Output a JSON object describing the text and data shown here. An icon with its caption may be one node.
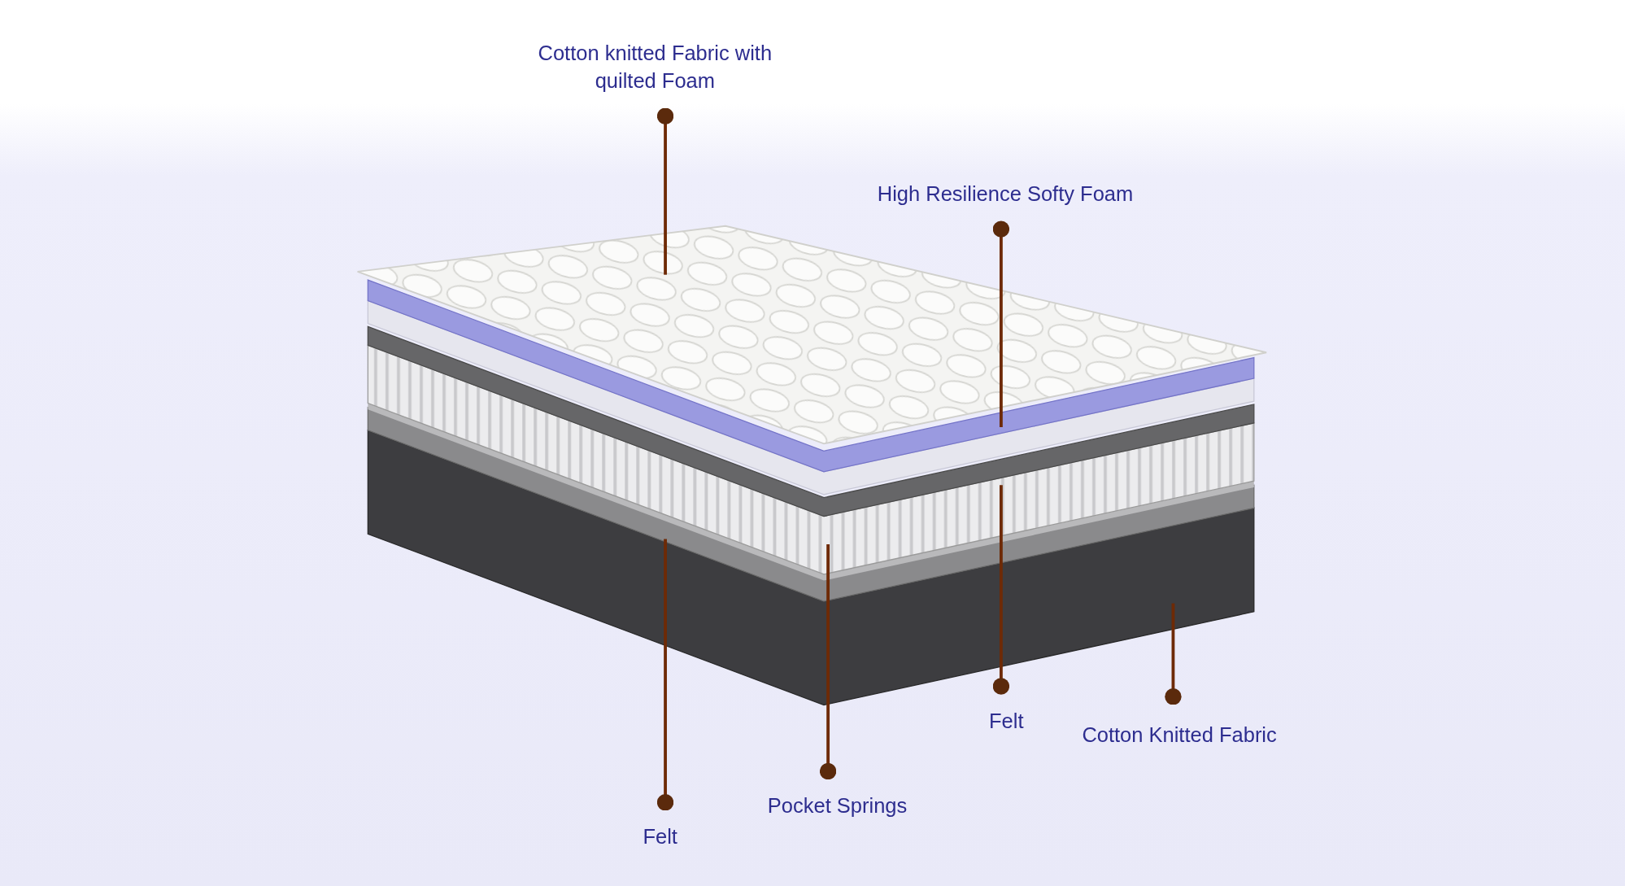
{
  "diagram": {
    "nodes": [
      {
        "text": [
          "Cotton knitted Fabric with quilted Foam"
        ]
      },
      {
        "text": [
          "High Resilience Softy Foam"
        ]
      },
      {
        "text": [
          "Felt"
        ]
      },
      {
        "text": [
          "Cotton Knitted Fabric"
        ]
      },
      {
        "text": [
          "Pocket Springs"
        ]
      },
      {
        "text": [
          "Felt"
        ]
      }
    ],
    "edges": [
      {
        "from": 0,
        "to": null,
        "arrow": "other"
      },
      {
        "from": 1,
        "to": null,
        "arrow": "other"
      },
      {
        "from": 2,
        "to": null,
        "arrow": "other"
      },
      {
        "from": 3,
        "to": null,
        "arrow": "other"
      },
      {
        "from": 4,
        "to": null,
        "arrow": "other"
      },
      {
        "from": 5,
        "to": null,
        "arrow": "other"
      }
    ]
  }
}
